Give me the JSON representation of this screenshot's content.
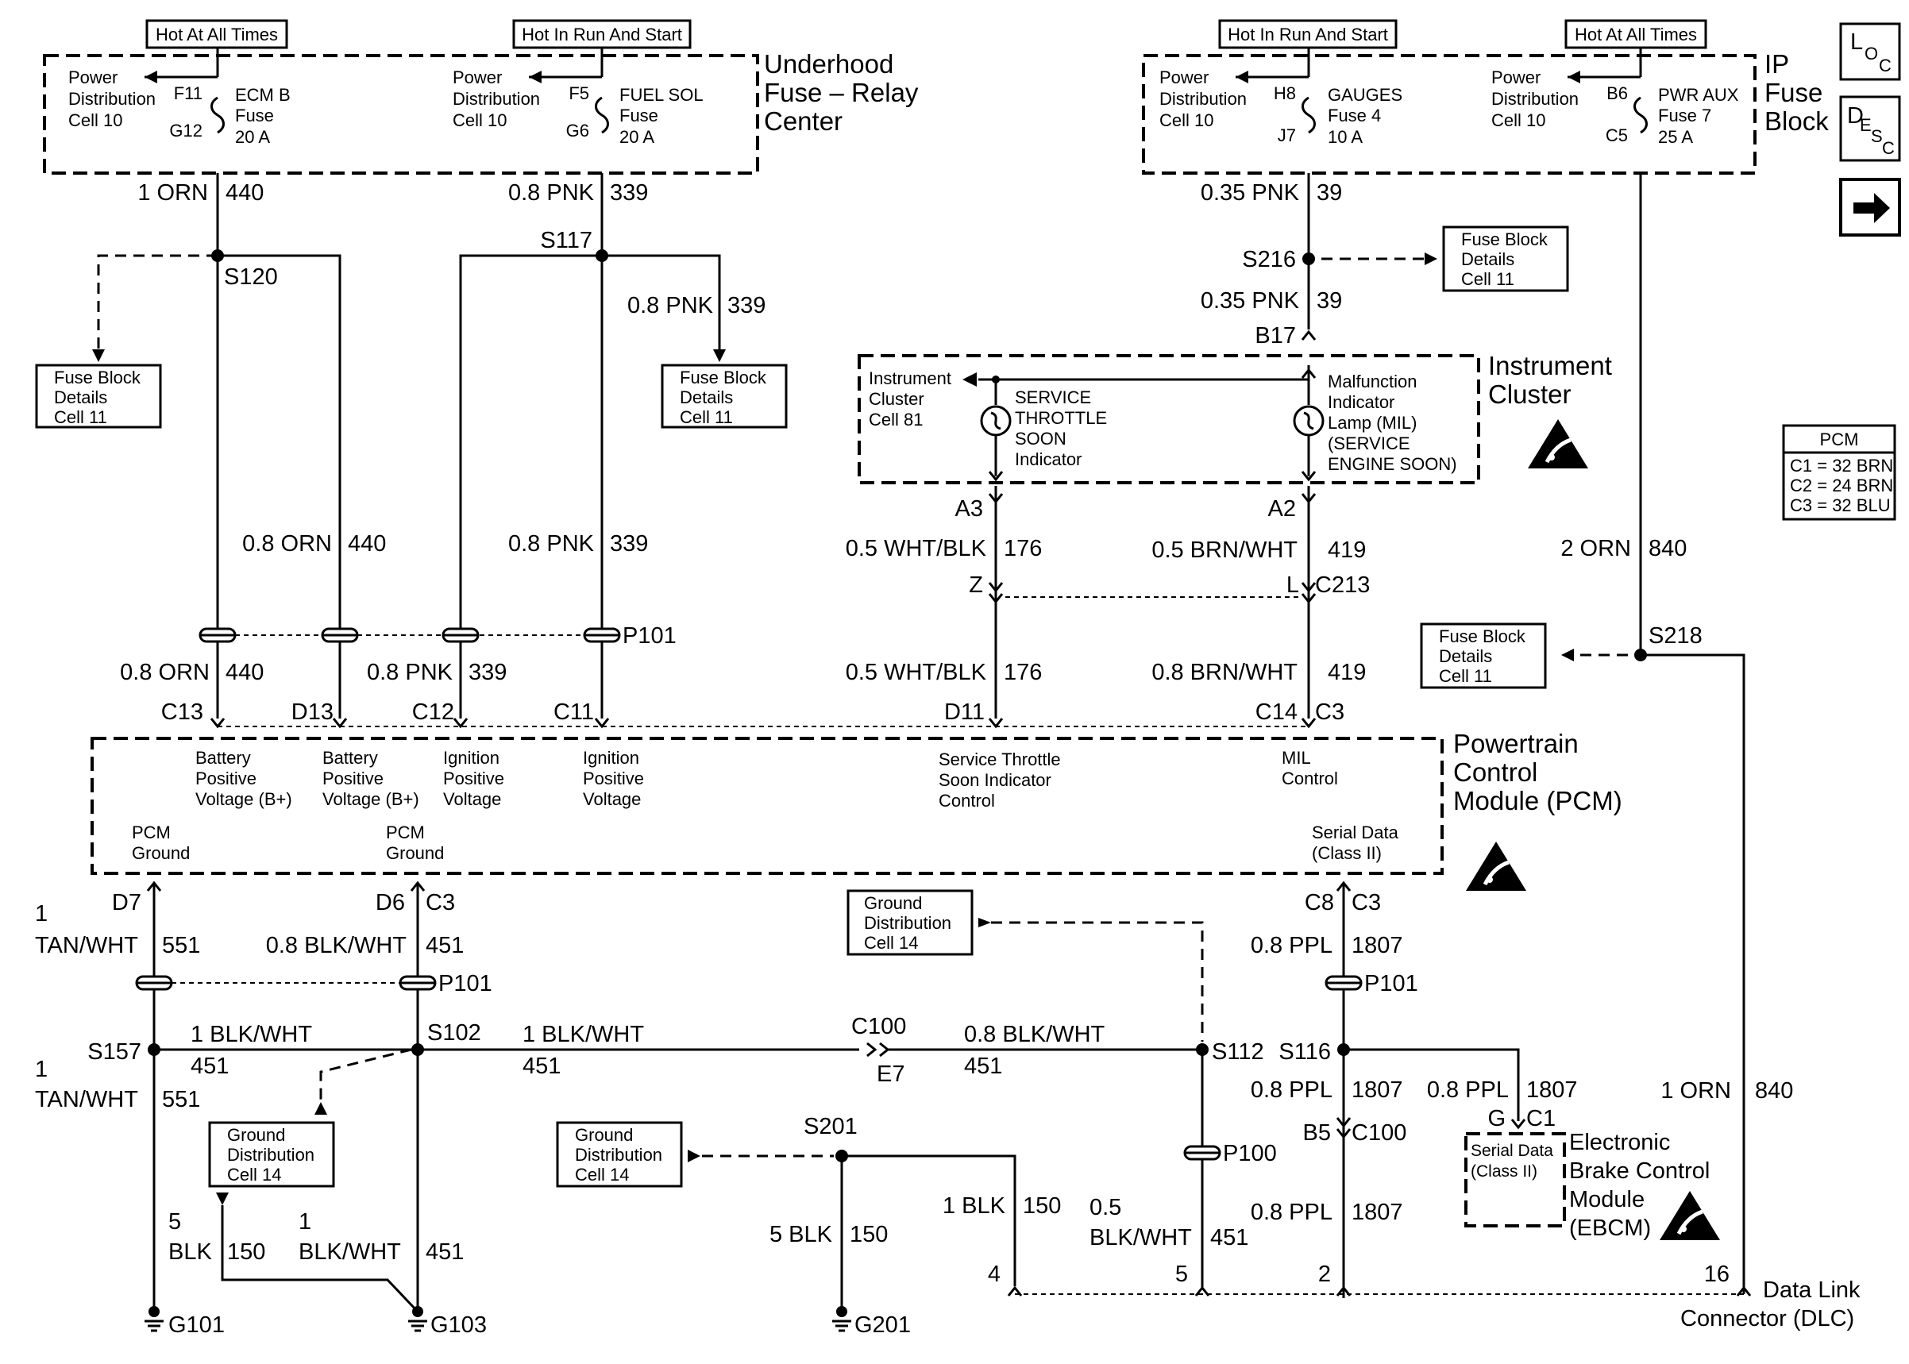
{
  "header": {
    "hot_all_times_left": "Hot At All Times",
    "hot_run_start_left": "Hot In Run And Start",
    "hot_run_start_right": "Hot In Run And Start",
    "hot_all_times_right": "Hot At All Times"
  },
  "underhood": {
    "title": [
      "Underhood",
      "Fuse – Relay",
      "Center"
    ],
    "fuse1": {
      "pd": [
        "Power",
        "Distribution",
        "Cell 10"
      ],
      "top": "F11",
      "bottom": "G12",
      "name": [
        "ECM B",
        "Fuse",
        "20 A"
      ]
    },
    "fuse2": {
      "pd": [
        "Power",
        "Distribution",
        "Cell 10"
      ],
      "top": "F5",
      "bottom": "G6",
      "name": [
        "FUEL SOL",
        "Fuse",
        "20 A"
      ]
    }
  },
  "ip_block": {
    "title": [
      "IP",
      "Fuse",
      "Block"
    ],
    "fuse1": {
      "pd": [
        "Power",
        "Distribution",
        "Cell 10"
      ],
      "top": "H8",
      "bottom": "J7",
      "name": [
        "GAUGES",
        "Fuse 4",
        "10 A"
      ]
    },
    "fuse2": {
      "pd": [
        "Power",
        "Distribution",
        "Cell 10"
      ],
      "top": "B6",
      "bottom": "C5",
      "name": [
        "PWR AUX",
        "Fuse 7",
        "25 A"
      ]
    }
  },
  "nav": {
    "loc": [
      "L",
      "O",
      "C"
    ],
    "desc": [
      "D",
      "E",
      "S",
      "C"
    ]
  },
  "pcm_legend": {
    "title": "PCM",
    "rows": [
      "C1 = 32 BRN",
      "C2 = 24 BRN",
      "C3 = 32 BLU"
    ]
  },
  "fuse_detail": [
    "Fuse Block",
    "Details",
    "Cell 11"
  ],
  "ground_detail": [
    "Ground",
    "Distribution",
    "Cell 14"
  ],
  "wires": {
    "w440_top": {
      "gauge": "1 ORN",
      "circuit": "440"
    },
    "w339_top": {
      "gauge": "0.8 PNK",
      "circuit": "339"
    },
    "w339_branch": {
      "gauge": "0.8 PNK",
      "circuit": "339"
    },
    "w39_a": {
      "gauge": "0.35 PNK",
      "circuit": "39"
    },
    "w39_b": {
      "gauge": "0.35 PNK",
      "circuit": "39"
    },
    "w440_mid": {
      "gauge": "0.8 ORN",
      "circuit": "440"
    },
    "w339_mid": {
      "gauge": "0.8 PNK",
      "circuit": "339"
    },
    "w176_a": {
      "gauge": "0.5 WHT/BLK",
      "circuit": "176"
    },
    "w419_a": {
      "gauge": "0.5 BRN/WHT",
      "circuit": "419"
    },
    "w840": {
      "gauge": "2 ORN",
      "circuit": "840"
    },
    "w440_low": {
      "gauge": "0.8 ORN",
      "circuit": "440"
    },
    "w339_low": {
      "gauge": "0.8 PNK",
      "circuit": "339"
    },
    "w176_b": {
      "gauge": "0.5 WHT/BLK",
      "circuit": "176"
    },
    "w419_b": {
      "gauge": "0.8 BRN/WHT",
      "circuit": "419"
    },
    "w551_a": {
      "gauge": [
        "1",
        "TAN/WHT"
      ],
      "circuit": "551"
    },
    "w451_a": {
      "gauge": "0.8 BLK/WHT",
      "circuit": "451"
    },
    "w1807_a": {
      "gauge": "0.8 PPL",
      "circuit": "1807"
    },
    "w451_h1": {
      "gauge": "1 BLK/WHT",
      "circuit": "451"
    },
    "w451_h2": {
      "gauge": "1 BLK/WHT",
      "circuit": "451"
    },
    "w451_h3": {
      "gauge": "0.8 BLK/WHT",
      "circuit": "451"
    },
    "w551_b": {
      "gauge": [
        "1",
        "TAN/WHT"
      ],
      "circuit": "551"
    },
    "w1807_b": {
      "gauge": "0.8 PPL",
      "circuit": "1807"
    },
    "w1807_c": {
      "gauge": "0.8 PPL",
      "circuit": "1807"
    },
    "w840_dlc": {
      "gauge": "1 ORN",
      "circuit": "840"
    },
    "w150_a": {
      "gauge": [
        "5",
        "BLK"
      ],
      "circuit": "150"
    },
    "w451_b": {
      "gauge": [
        "1",
        "BLK/WHT"
      ],
      "circuit": "451"
    },
    "w150_b": {
      "gauge": "5 BLK",
      "circuit": "150"
    },
    "w150_c": {
      "gauge": "1 BLK",
      "circuit": "150"
    },
    "w451_c": {
      "gauge": [
        "0.5",
        "BLK/WHT"
      ],
      "circuit": "451"
    },
    "w1807_d": {
      "gauge": "0.8 PPL",
      "circuit": "1807"
    }
  },
  "splices": {
    "s120": "S120",
    "s117": "S117",
    "s216": "S216",
    "s218": "S218",
    "s157": "S157",
    "s102": "S102",
    "s112": "S112",
    "s116": "S116",
    "s201": "S201"
  },
  "connectors": {
    "b17": "B17",
    "a3": "A3",
    "a2": "A2",
    "z": "Z",
    "l": "L",
    "c213": "C213",
    "p101_a": "P101",
    "p101_b": "P101",
    "p101_c": "P101",
    "c13": "C13",
    "d13": "D13",
    "c12": "C12",
    "c11": "C11",
    "d11": "D11",
    "c14": "C14",
    "c3_top": "C3",
    "d7": "D7",
    "d6": "D6",
    "c3_mid": "C3",
    "c8": "C8",
    "c3_right": "C3",
    "c100_top": "C100",
    "e7": "E7",
    "b5": "B5",
    "c100_low": "C100",
    "p100": "P100",
    "g": "G",
    "c1": "C1"
  },
  "cluster": {
    "title": [
      "Instrument",
      "Cluster"
    ],
    "ref": [
      "Instrument",
      "Cluster",
      "Cell 81"
    ],
    "lamp1": [
      "SERVICE",
      "THROTTLE",
      "SOON",
      "Indicator"
    ],
    "lamp2": [
      "Malfunction",
      "Indicator",
      "Lamp (MIL)",
      "(SERVICE",
      "ENGINE SOON)"
    ]
  },
  "pcm": {
    "title": [
      "Powertrain",
      "Control",
      "Module (PCM)"
    ],
    "batt1": [
      "Battery",
      "Positive",
      "Voltage (B+)"
    ],
    "batt2": [
      "Battery",
      "Positive",
      "Voltage (B+)"
    ],
    "ign1": [
      "Ignition",
      "Positive",
      "Voltage"
    ],
    "ign2": [
      "Ignition",
      "Positive",
      "Voltage"
    ],
    "stsi": [
      "Service Throttle",
      "Soon Indicator",
      "Control"
    ],
    "mil": [
      "MIL",
      "Control"
    ],
    "gnd1": [
      "PCM",
      "Ground"
    ],
    "gnd2": [
      "PCM",
      "Ground"
    ],
    "serial": [
      "Serial Data",
      "(Class II)"
    ]
  },
  "ebcm": {
    "title": [
      "Electronic",
      "Brake Control",
      "Module",
      "(EBCM)"
    ],
    "serial": [
      "Serial Data",
      "(Class II)"
    ]
  },
  "dlc": {
    "title": [
      "Data Link",
      "Connector (DLC)"
    ],
    "pins": [
      "4",
      "5",
      "2",
      "16"
    ]
  },
  "grounds": {
    "g101": "G101",
    "g103": "G103",
    "g201": "G201"
  }
}
